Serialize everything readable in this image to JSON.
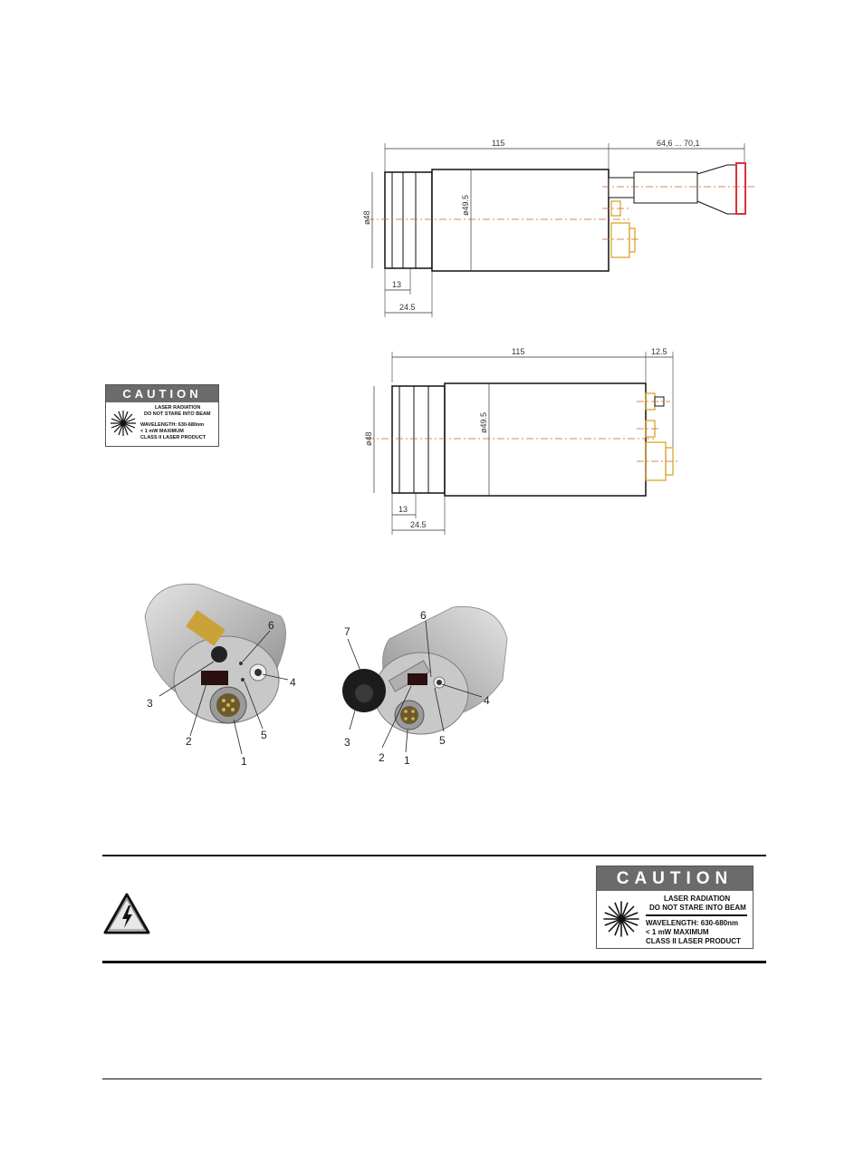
{
  "drawing_top": {
    "dim_length": "115",
    "dim_extension": "64,6 ... 70,1",
    "dim_diameter_front": "ø48",
    "dim_diameter_body": "ø49.5",
    "dim_13": "13",
    "dim_24_5": "24.5"
  },
  "drawing_bottom": {
    "dim_length": "115",
    "dim_extension": "12.5",
    "dim_diameter_front": "ø48",
    "dim_diameter_body": "ø49.5",
    "dim_13": "13",
    "dim_24_5": "24.5"
  },
  "caution_label": {
    "heading": "CAUTION",
    "line1": "LASER RADIATION",
    "line2": "DO NOT STARE INTO BEAM",
    "line3": "WAVELENGTH: 630-680nm",
    "line4": "< 1 mW MAXIMUM",
    "line5": "CLASS II LASER PRODUCT"
  },
  "photo_left": {
    "callouts": [
      "1",
      "2",
      "3",
      "4",
      "5",
      "6"
    ]
  },
  "photo_right": {
    "callouts": [
      "1",
      "2",
      "3",
      "4",
      "5",
      "6",
      "7"
    ]
  },
  "colors": {
    "dim_line": "#333333",
    "center_line": "#d0602a",
    "connector": "#d4a017",
    "caution_head": "#6b6b6b",
    "lens_red": "#e0303a"
  },
  "icons": {
    "warning": "electrical-hazard-warning-icon",
    "laser": "laser-burst-icon"
  }
}
